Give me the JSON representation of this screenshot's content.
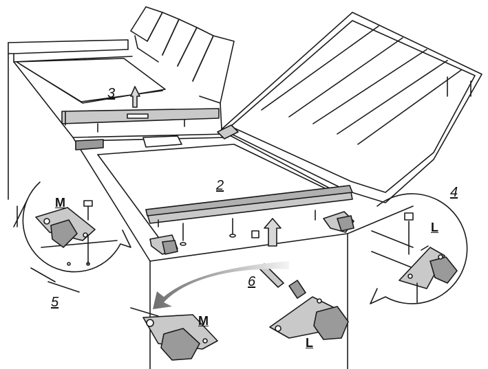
{
  "labels": {
    "step_2": "2",
    "step_3": "3",
    "step_4": "4",
    "step_5": "5",
    "step_6": "6",
    "part_m_detail": "M",
    "part_l_detail": "L",
    "part_m_bottom": "M",
    "part_l_bottom": "L"
  },
  "colors": {
    "line": "#1a1a1a",
    "part_fill": "#c9c9c9",
    "part_dark": "#9a9a9a",
    "arrow_start": "#f4f4f4",
    "arrow_end": "#6e6e6e"
  }
}
